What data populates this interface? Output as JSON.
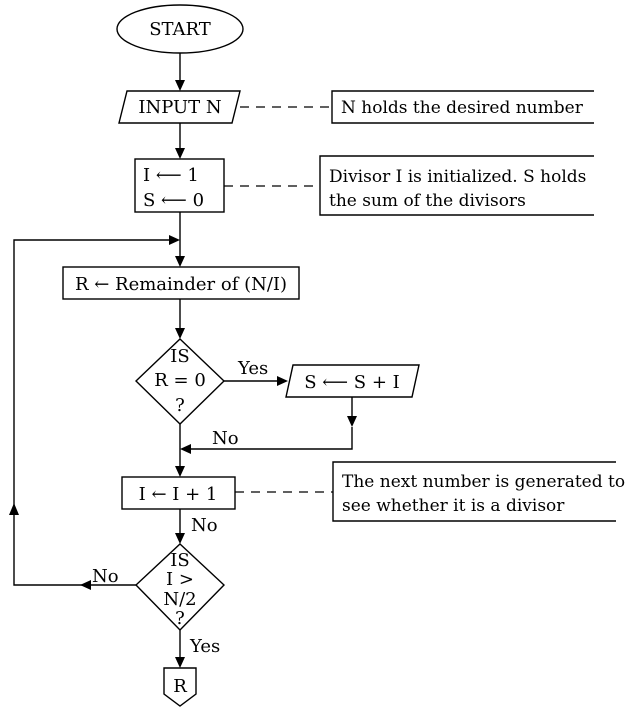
{
  "start": {
    "label": "START"
  },
  "input": {
    "label": "INPUT N",
    "note": "N holds the desired number"
  },
  "init": {
    "line1": "I ⟵ 1",
    "line2": "S ⟵ 0",
    "note_line1": "Divisor I is initialized. S holds",
    "note_line2": "the sum of the divisors"
  },
  "remainder": {
    "label": "R ← Remainder of (N/I)"
  },
  "decision1": {
    "line1": "IS",
    "line2": "R = 0",
    "line3": "?",
    "yes_label": "Yes",
    "no_label": "No"
  },
  "add": {
    "label": "S ⟵ S + I"
  },
  "increment": {
    "label": "I ← I + 1",
    "note_line1": "The next number is generated to",
    "note_line2": "see whether it is a divisor",
    "no_label": "No"
  },
  "decision2": {
    "line1": "IS",
    "line2": "I >",
    "line3": "N/2",
    "line4": "?",
    "no_label": "No",
    "yes_label": "Yes"
  },
  "connector": {
    "label": "R"
  }
}
